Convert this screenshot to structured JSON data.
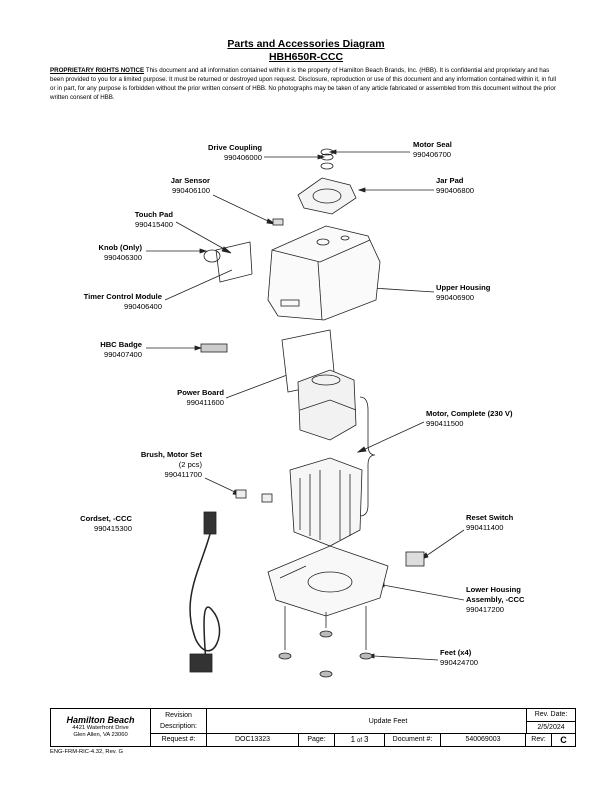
{
  "header": {
    "title": "Parts and Accessories Diagram",
    "model": "HBH650R-CCC",
    "notice_label": "PROPRIETARY RIGHTS NOTICE",
    "notice_text": "This document and all information contained within it is the property of Hamilton Beach Brands, Inc. (HBB). It is confidential and proprietary and has been provided to you for a limited purpose. It must be returned or destroyed upon request. Disclosure, reproduction or use of this document and any information contained within it, in full or in part, for any purpose is forbidden without the prior written consent of HBB. No photographs may be taken of any article fabricated or assembled from this document without the prior written consent of HBB."
  },
  "parts": [
    {
      "name": "Drive Coupling",
      "number": "990406000"
    },
    {
      "name": "Motor Seal",
      "number": "990406700"
    },
    {
      "name": "Jar Sensor",
      "number": "990406100"
    },
    {
      "name": "Jar Pad",
      "number": "990406800"
    },
    {
      "name": "Touch Pad",
      "number": "990415400"
    },
    {
      "name": "Knob (Only)",
      "number": "990406300"
    },
    {
      "name": "Upper Housing",
      "number": "990406900"
    },
    {
      "name": "Timer Control Module",
      "number": "990406400"
    },
    {
      "name": "HBC Badge",
      "number": "990407400"
    },
    {
      "name": "Power Board",
      "number": "990411600"
    },
    {
      "name": "Motor, Complete (230 V)",
      "number": "990411500"
    },
    {
      "name": "Brush, Motor Set",
      "qty": "(2 pcs)",
      "number": "990411700"
    },
    {
      "name": "Cordset, -CCC",
      "number": "990415300"
    },
    {
      "name": "Reset Switch",
      "number": "990411400"
    },
    {
      "name": "Lower Housing",
      "name2": "Assembly, -CCC",
      "number": "990417200"
    },
    {
      "name": "Feet (x4)",
      "number": "990424700"
    }
  ],
  "footer": {
    "company": "Hamilton Beach",
    "address1": "4421 Waterfront Drive",
    "address2": "Glen Allen, VA 23060",
    "revision_label": "Revision",
    "description_label": "Description:",
    "description": "Update Feet",
    "rev_date_label": "Rev. Date:",
    "rev_date": "2/5/2024",
    "request_label": "Request #:",
    "request": "DOC13323",
    "page_label": "Page:",
    "page_num": "1",
    "page_of": "of",
    "page_total": "3",
    "document_label": "Document #:",
    "document": "540069003",
    "rev_label": "Rev:",
    "rev": "C",
    "form_id": "ENG-FRM-RIC-4.32, Rev. G"
  }
}
